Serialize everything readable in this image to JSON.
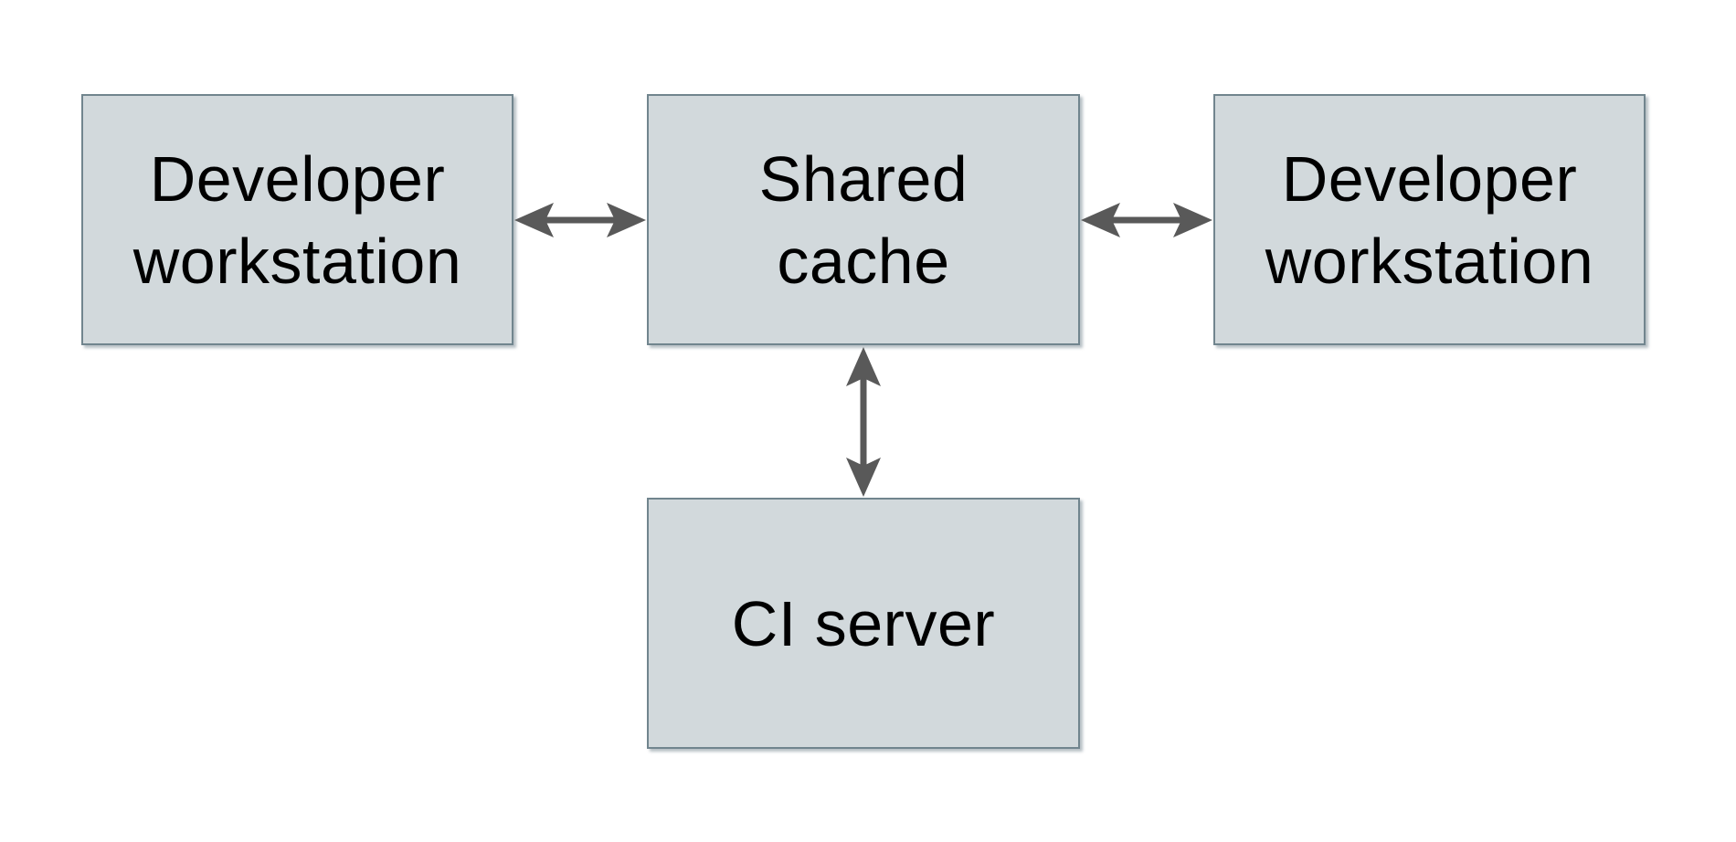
{
  "diagram": {
    "nodes": [
      {
        "id": "developer-workstation-left",
        "label": "Developer\nworkstation"
      },
      {
        "id": "shared-cache",
        "label": "Shared\ncache"
      },
      {
        "id": "developer-workstation-right",
        "label": "Developer\nworkstation"
      },
      {
        "id": "ci-server",
        "label": "CI server"
      }
    ],
    "edges": [
      {
        "from": "developer-workstation-left",
        "to": "shared-cache",
        "direction": "bidirectional"
      },
      {
        "from": "shared-cache",
        "to": "developer-workstation-right",
        "direction": "bidirectional"
      },
      {
        "from": "shared-cache",
        "to": "ci-server",
        "direction": "bidirectional"
      }
    ],
    "colors": {
      "background": "#ffffff",
      "node_fill": "#d2d9dc",
      "node_border": "#71858e",
      "arrow": "#595959",
      "text": "#000000"
    }
  }
}
